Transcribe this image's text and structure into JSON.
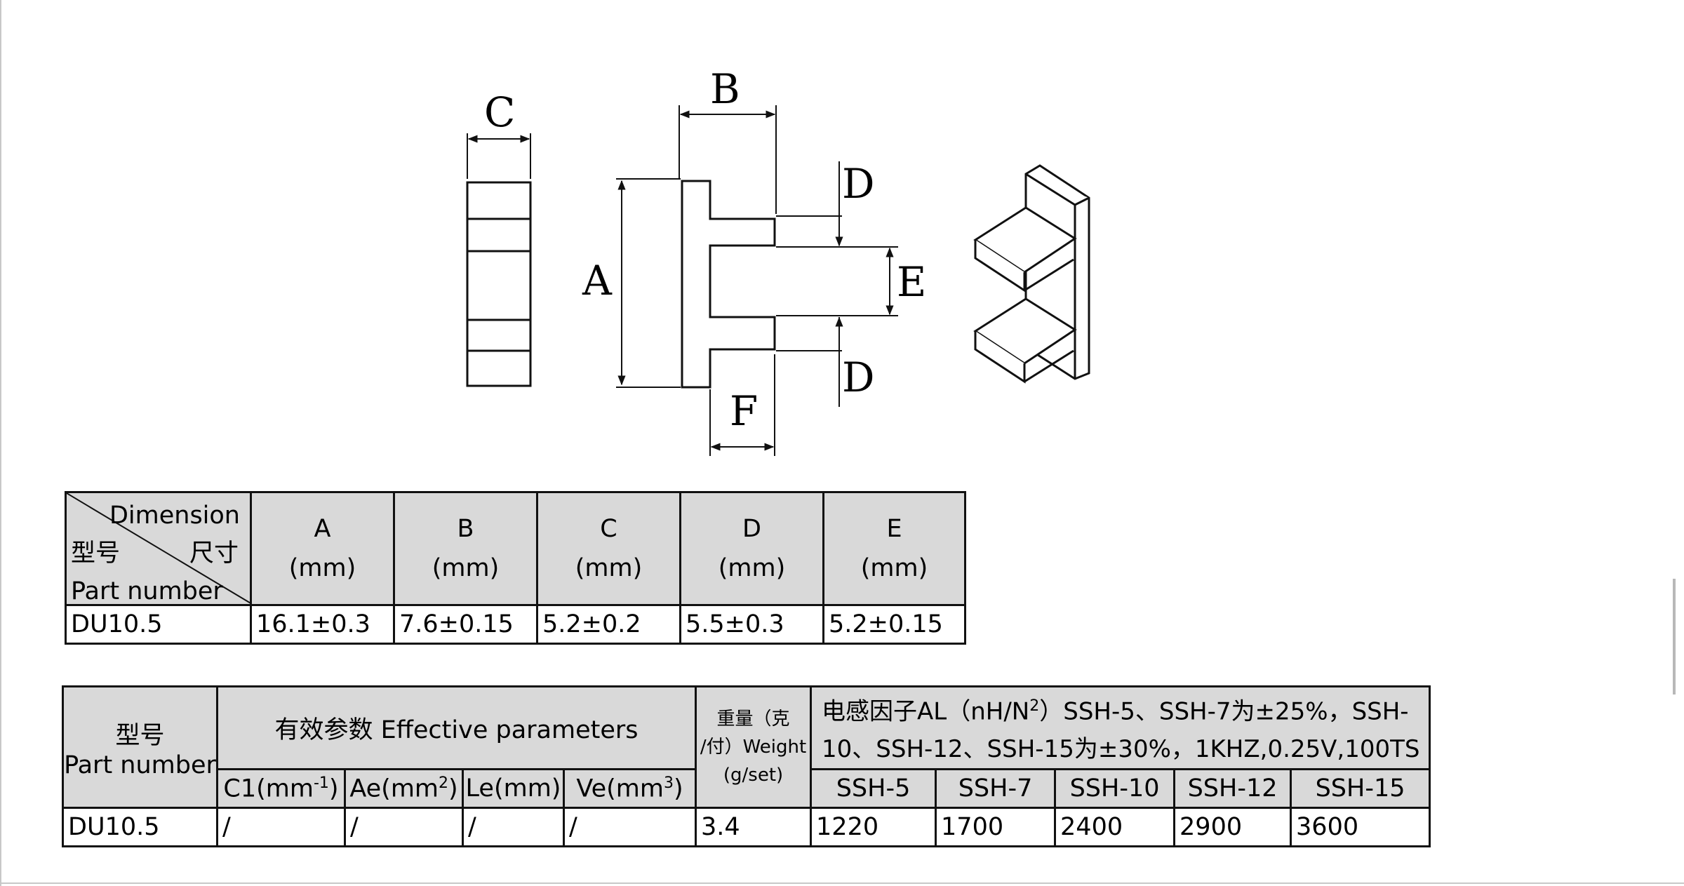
{
  "drawing": {
    "labels": {
      "A": "A",
      "B": "B",
      "C": "C",
      "D_top": "D",
      "D_bottom": "D",
      "E": "E",
      "F": "F"
    }
  },
  "dimension_table": {
    "corner": {
      "dimension": "Dimension",
      "size_cn": "尺寸",
      "model_cn": "型号",
      "part_number": "Part number"
    },
    "columns": [
      {
        "name": "A",
        "unit": "(mm)"
      },
      {
        "name": "B",
        "unit": "(mm)"
      },
      {
        "name": "C",
        "unit": "(mm)"
      },
      {
        "name": "D",
        "unit": "(mm)"
      },
      {
        "name": "E",
        "unit": "(mm)"
      }
    ],
    "row": {
      "part": "DU10.5",
      "values": [
        "16.1±0.3",
        "7.6±0.15",
        "5.2±0.2",
        "5.5±0.3",
        "5.2±0.15"
      ]
    }
  },
  "parameter_table": {
    "model_cn": "型号",
    "part_number": "Part number",
    "effective_params": "有效参数 Effective parameters",
    "param_cols": [
      {
        "base": "C1(mm",
        "sup": "-1",
        "tail": ")"
      },
      {
        "base": "Ae(mm",
        "sup": "2",
        "tail": ")"
      },
      {
        "base": "Le(mm)",
        "sup": "",
        "tail": ""
      },
      {
        "base": "Ve(mm",
        "sup": "3",
        "tail": ")"
      }
    ],
    "weight_line1": "重量（克",
    "weight_line2": "/付）Weight",
    "weight_line3": "(g/set)",
    "al_pre": "电感因子AL（nH/N",
    "al_sup": "2",
    "al_post": "）SSH-5、SSH-7为±25%，SSH-10、SSH-12、SSH-15为±30%，1KHZ,0.25V,100TS",
    "grades": [
      "SSH-5",
      "SSH-7",
      "SSH-10",
      "SSH-12",
      "SSH-15"
    ],
    "row": {
      "part": "DU10.5",
      "params": [
        "/",
        "/",
        "/",
        "/"
      ],
      "weight": "3.4",
      "al_values": [
        "1220",
        "1700",
        "2400",
        "2900",
        "3600"
      ]
    }
  }
}
